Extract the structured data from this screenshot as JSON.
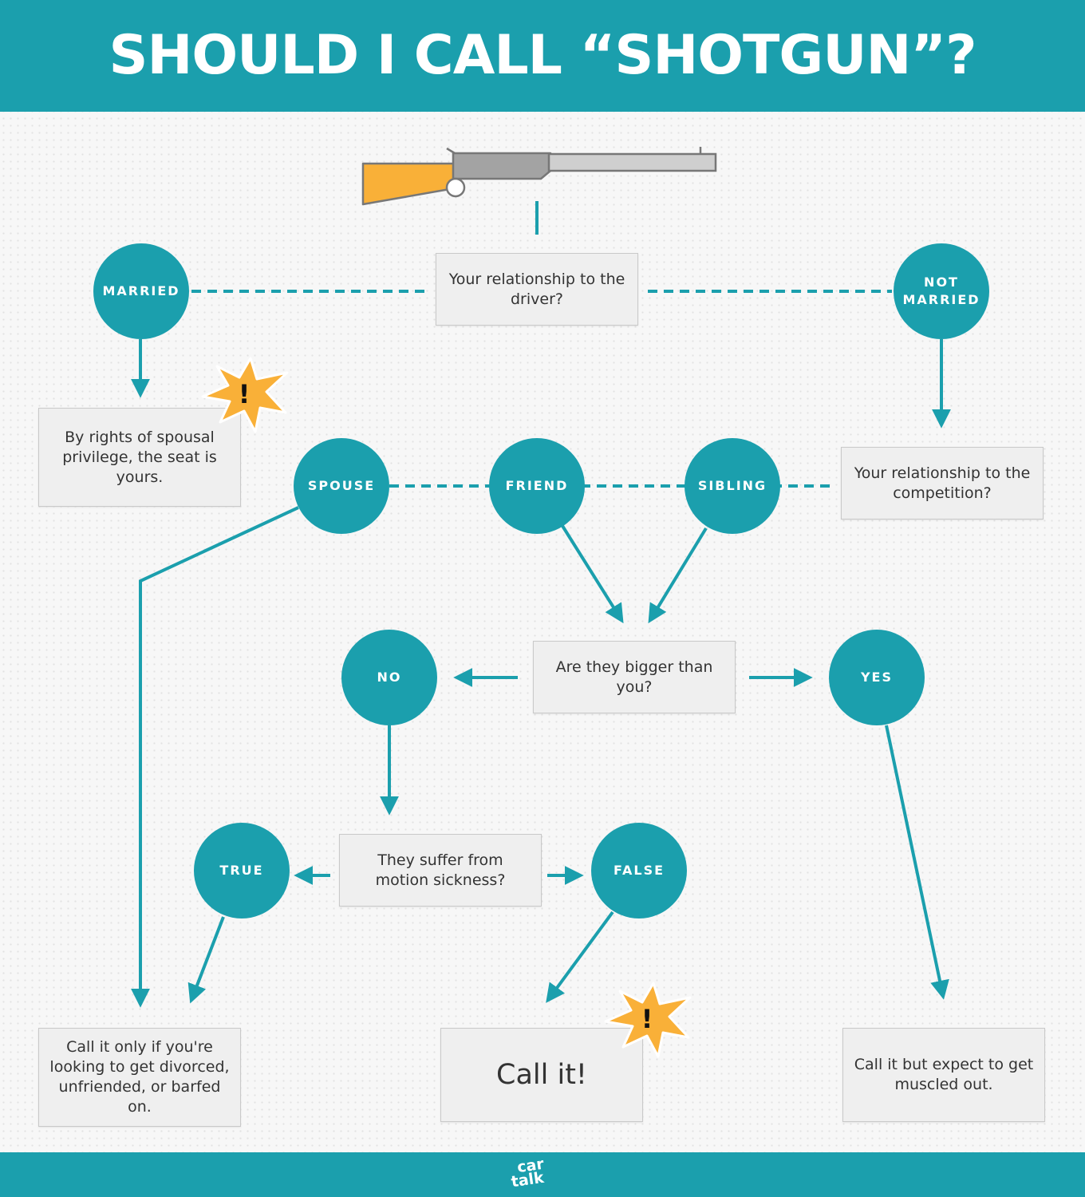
{
  "header": {
    "title": "SHOULD I CALL “SHOTGUN”?"
  },
  "footer": {
    "logo_line1": "car",
    "logo_line2": "talk"
  },
  "colors": {
    "teal": "#1b9fad",
    "orange": "#f9b038",
    "box_bg": "#efefef"
  },
  "nodes": {
    "q_driver": "Your relationship to the driver?",
    "married": "MARRIED",
    "not_married": "NOT MARRIED",
    "spousal_privilege": "By rights of spousal privilege, the seat is yours.",
    "q_competition": "Your relationship to the competition?",
    "spouse": "SPOUSE",
    "friend": "FRIEND",
    "sibling": "SIBLING",
    "q_bigger": "Are they bigger than you?",
    "no": "NO",
    "yes": "YES",
    "q_motion": "They suffer from motion sickness?",
    "true": "TRUE",
    "false": "FALSE",
    "outcome_divorced": "Call it only if you're looking to get divorced, unfriended, or barfed on.",
    "outcome_call_it": "Call it!",
    "outcome_muscled": "Call it but expect to get muscled out."
  },
  "icons": {
    "shotgun": "shotgun-icon",
    "alert": "exclamation-burst-icon",
    "burst_mark": "!"
  }
}
